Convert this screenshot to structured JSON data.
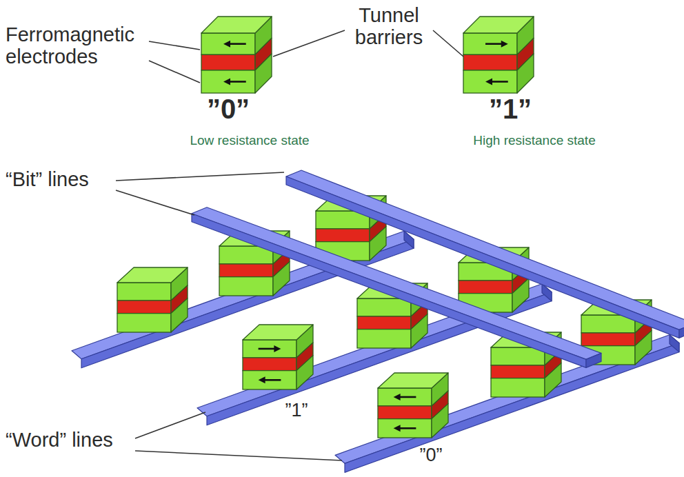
{
  "diagram": {
    "labels": [
      "Ferromagnetic electrodes",
      "Tunnel barriers",
      "”0”",
      "Low resistance state",
      "”1”",
      "High resistance state",
      "“Bit” lines",
      "”1”",
      "“Word” lines",
      "”0”"
    ]
  }
}
